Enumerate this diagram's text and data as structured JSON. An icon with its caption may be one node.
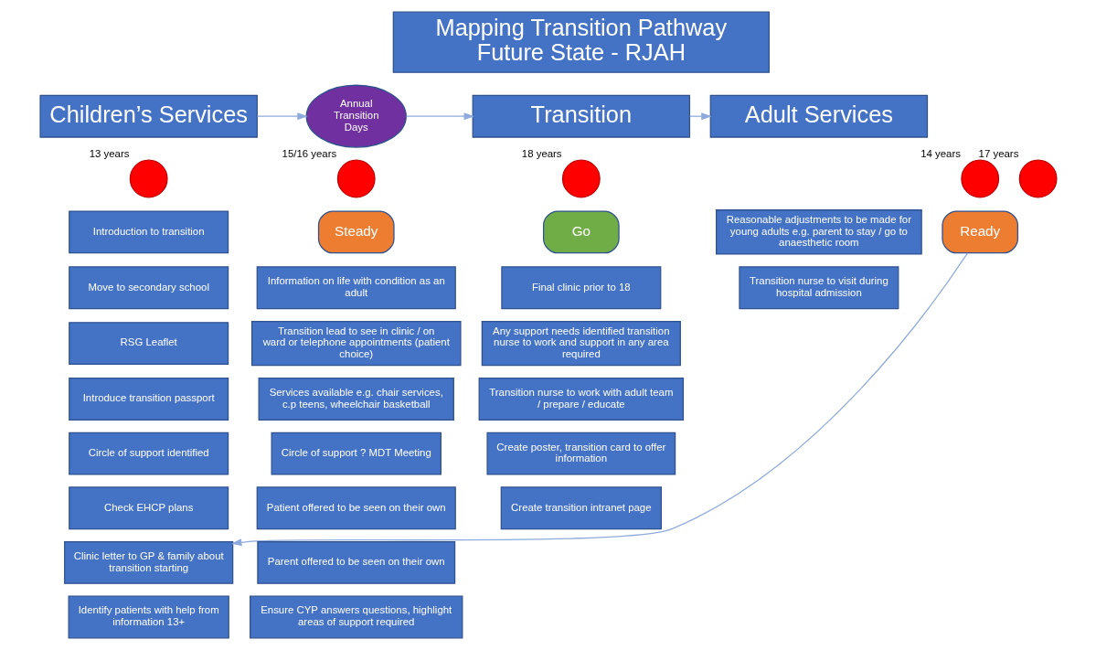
{
  "diagram": {
    "nodes": [
      {
        "text": [
          "Mapping Transition Pathway Future State - RJAH"
        ]
      },
      {
        "text": [
          "Children’s Services"
        ]
      },
      {
        "text": [
          "Annual Transition Days"
        ]
      },
      {
        "text": [
          "Transition"
        ]
      },
      {
        "text": [
          "Adult Services"
        ]
      },
      {
        "text": [],
        "shape": "circle",
        "beside": [
          "13 years"
        ]
      },
      {
        "text": [],
        "shape": "circle",
        "beside": [
          "14 years"
        ]
      },
      {
        "text": [],
        "shape": "circle",
        "beside": [
          "15/16 years"
        ]
      },
      {
        "text": [],
        "shape": "circle",
        "beside": [
          "17 years"
        ]
      },
      {
        "text": [],
        "shape": "circle",
        "beside": [
          "18 years"
        ]
      },
      {
        "text": [
          "Ready"
        ]
      },
      {
        "text": [
          "Steady"
        ]
      },
      {
        "text": [
          "Go"
        ]
      },
      {
        "text": [
          "Introduction to transition"
        ]
      },
      {
        "text": [
          "Move to secondary school"
        ]
      },
      {
        "text": [
          "RSG Leaflet"
        ]
      },
      {
        "text": [
          "Introduce transition passport"
        ]
      },
      {
        "text": [
          "Circle of support identified"
        ]
      },
      {
        "text": [
          "Check EHCP plans"
        ]
      },
      {
        "text": [
          "Clinic letter to GP & family about transition starting"
        ]
      },
      {
        "text": [
          "Identify patients with help from information 13+"
        ]
      },
      {
        "text": [
          "Information on life with condition as an adult"
        ]
      },
      {
        "text": [
          "Transition lead to see in clinic / on ward or telephone appointments (patient choice)"
        ]
      },
      {
        "text": [
          "Services available e.g. chair services, c.p teens, wheelchair basketball"
        ]
      },
      {
        "text": [
          "Circle of support ? MDT Meeting"
        ]
      },
      {
        "text": [
          "Patient offered to be seen on their own"
        ]
      },
      {
        "text": [
          "Parent offered to be seen on their own"
        ]
      },
      {
        "text": [
          "Ensure CYP answers questions, highlight areas of support required"
        ]
      },
      {
        "text": [
          "Final clinic prior to 18"
        ]
      },
      {
        "text": [
          "Any support needs identified transition nurse to work and support in any area required"
        ]
      },
      {
        "text": [
          "Transition nurse to work with adult team / prepare / educate"
        ]
      },
      {
        "text": [
          "Create poster, transition card to offer information"
        ]
      },
      {
        "text": [
          "Create transition intranet page"
        ]
      },
      {
        "text": [
          "Reasonable adjustments to be made for young adults e.g. parent to stay / go to anaesthetic room"
        ]
      },
      {
        "text": [
          "Transition nurse to visit during hospital admission"
        ]
      }
    ],
    "edges": [
      {
        "from": 1,
        "to": 2,
        "arrow": "to"
      },
      {
        "from": 2,
        "to": 3,
        "arrow": "to"
      },
      {
        "from": 3,
        "to": 4,
        "arrow": "to"
      },
      {
        "from": 10,
        "to": 19,
        "arrow": "to"
      }
    ]
  }
}
